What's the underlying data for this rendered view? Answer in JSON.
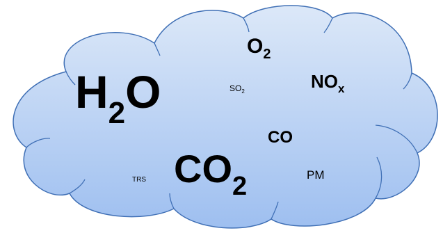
{
  "cloud": {
    "fill_top": "#dce8f8",
    "fill_bottom": "#9ebff0",
    "stroke": "#3f6fb5"
  },
  "gases": {
    "h2o": {
      "base": "H",
      "sub": "2",
      "tail": "O"
    },
    "o2": {
      "base": "O",
      "sub": "2"
    },
    "nox": {
      "base": "NO",
      "sub": "x"
    },
    "so2": {
      "base": "SO",
      "sub": "2"
    },
    "co": {
      "text": "CO"
    },
    "co2": {
      "base": "CO",
      "sub": "2"
    },
    "trs": {
      "text": "TRS"
    },
    "pm": {
      "text": "PM"
    }
  }
}
